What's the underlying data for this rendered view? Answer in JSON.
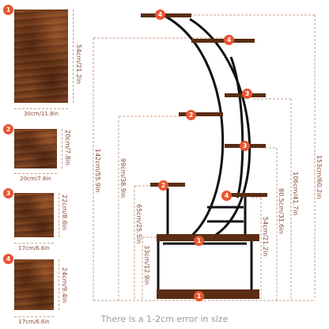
{
  "caption": "There is a 1-2cm error in size",
  "panels": [
    {
      "badge": "1",
      "width_label": "30cm/11.8in",
      "height_label": "54cm/21.2in"
    },
    {
      "badge": "2",
      "width_label": "20cm/7.8in",
      "height_label": "20cm/7.8in"
    },
    {
      "badge": "3",
      "width_label": "17cm/6.6in",
      "height_label": "22cm/8.6in"
    },
    {
      "badge": "4",
      "width_label": "17cm/6.6in",
      "height_label": "24cm/9.4in"
    }
  ],
  "shelf_badges": [
    "4",
    "4",
    "3",
    "2",
    "3",
    "2",
    "4",
    "1",
    "1"
  ],
  "dimensions": {
    "d153": "153cm/60.2in",
    "d142": "142cm/55.9in",
    "d106": "106cm/41.7in",
    "d99": "99cm/38.9in",
    "d80": "80.5cm/31.6in",
    "d65": "65cm/25.5in",
    "d54": "54cm/21.2in",
    "d33": "33cm/12.9in"
  },
  "colors": {
    "badge": "#e8542f",
    "wood": "#6e3a1c",
    "frame": "#111111",
    "dim_text": "#8a4a3a"
  }
}
